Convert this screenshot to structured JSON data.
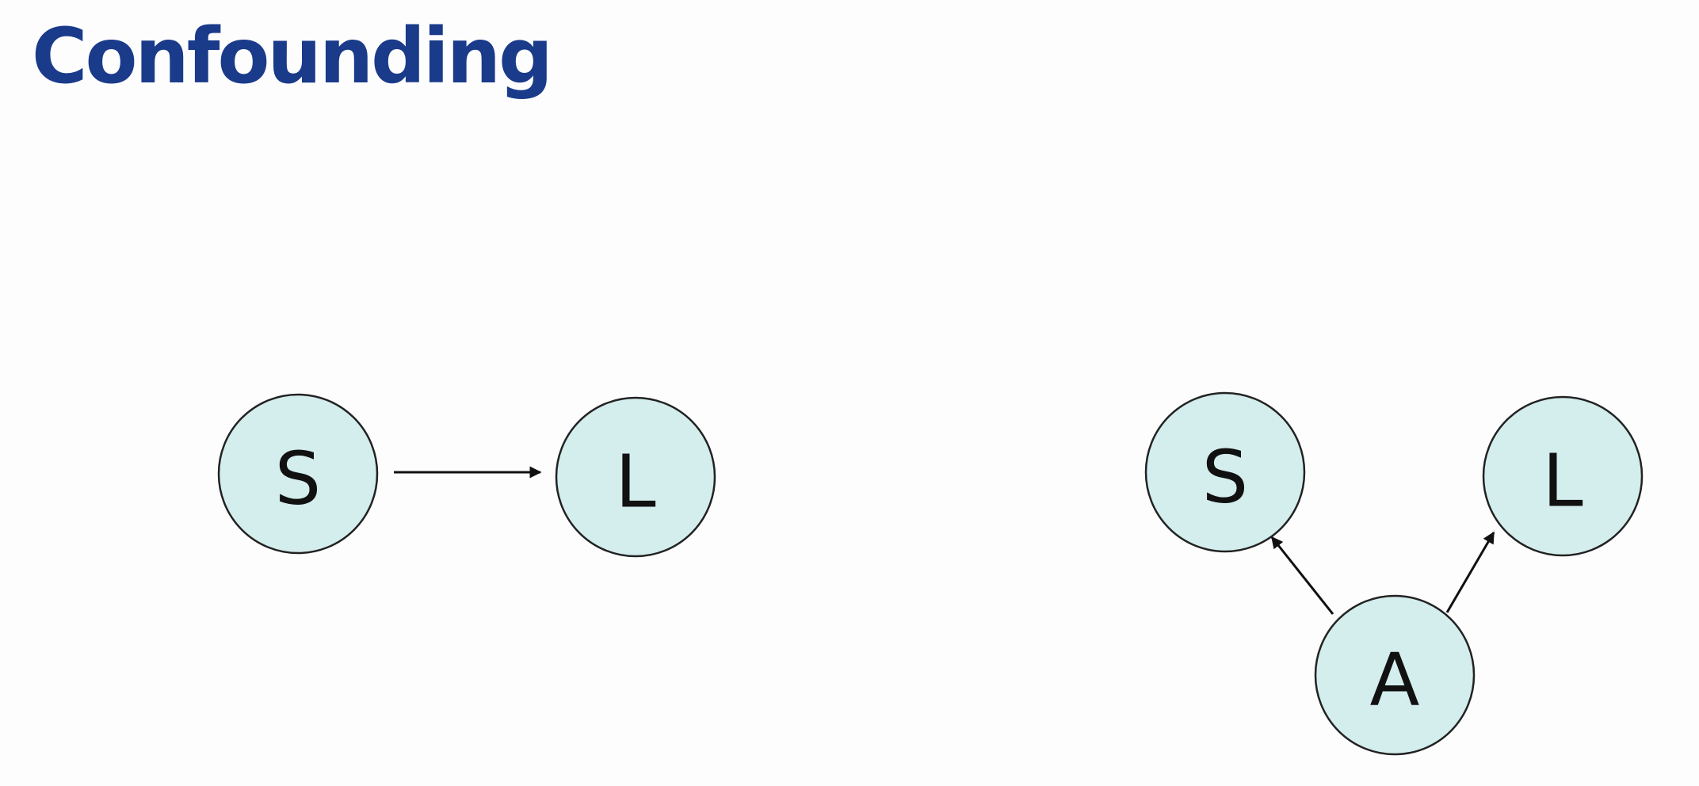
{
  "slide": {
    "title": "Confounding",
    "title_color": "#1a3a8a",
    "node_fill": "#d4eded"
  },
  "diagram_left": {
    "nodes": {
      "s": "S",
      "l": "L"
    },
    "edges": [
      {
        "from": "S",
        "to": "L"
      }
    ]
  },
  "diagram_right": {
    "nodes": {
      "s": "S",
      "l": "L",
      "a": "A"
    },
    "edges": [
      {
        "from": "A",
        "to": "S"
      },
      {
        "from": "A",
        "to": "L"
      }
    ]
  }
}
